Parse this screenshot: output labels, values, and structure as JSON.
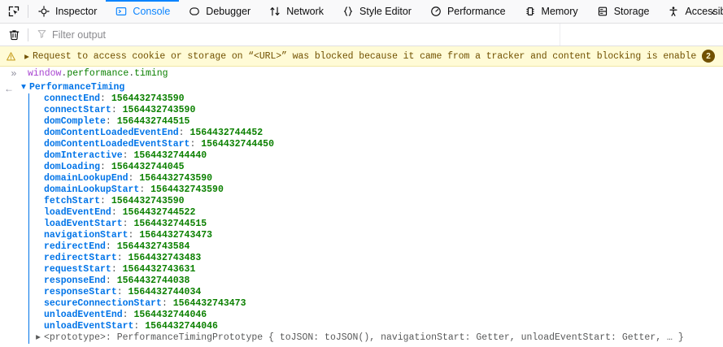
{
  "toolbar": {
    "picker_tooltip": "Pick an element from the page",
    "tabs": [
      {
        "label": "Inspector",
        "icon": "inspector-icon",
        "active": false
      },
      {
        "label": "Console",
        "icon": "console-icon",
        "active": true
      },
      {
        "label": "Debugger",
        "icon": "debugger-icon",
        "active": false
      },
      {
        "label": "Network",
        "icon": "network-icon",
        "active": false
      },
      {
        "label": "Style Editor",
        "icon": "style-editor-icon",
        "active": false
      },
      {
        "label": "Performance",
        "icon": "performance-icon",
        "active": false
      },
      {
        "label": "Memory",
        "icon": "memory-icon",
        "active": false
      },
      {
        "label": "Storage",
        "icon": "storage-icon",
        "active": false
      },
      {
        "label": "Accessibility",
        "icon": "accessibility-icon",
        "active": false
      }
    ],
    "overflow_label": "‹",
    "accent_color": "#0a84ff"
  },
  "filterbar": {
    "clear_tooltip": "Clear console output",
    "filter_placeholder": "Filter output"
  },
  "messages": {
    "warning": {
      "text": "Request to access cookie or storage on “<URL>” was blocked because it came from a tracker and content blocking is enabled.",
      "count": "2",
      "twisty": "▸",
      "bg_color": "#fffbd6",
      "text_color": "#715100"
    },
    "command": {
      "prompt": "»",
      "segments": [
        {
          "text": "window",
          "color": "#a743d0"
        },
        {
          "text": ".",
          "color": "#4f4f4f"
        },
        {
          "text": "performance",
          "color": "#0b8000"
        },
        {
          "text": ".",
          "color": "#4f4f4f"
        },
        {
          "text": "timing",
          "color": "#0b8000"
        }
      ]
    },
    "result": {
      "prompt": "←",
      "twisty": "▾",
      "object_name": "PerformanceTiming",
      "properties": [
        {
          "key": "connectEnd",
          "value": "1564432743590"
        },
        {
          "key": "connectStart",
          "value": "1564432743590"
        },
        {
          "key": "domComplete",
          "value": "1564432744515"
        },
        {
          "key": "domContentLoadedEventEnd",
          "value": "1564432744452"
        },
        {
          "key": "domContentLoadedEventStart",
          "value": "1564432744450"
        },
        {
          "key": "domInteractive",
          "value": "1564432744440"
        },
        {
          "key": "domLoading",
          "value": "1564432744045"
        },
        {
          "key": "domainLookupEnd",
          "value": "1564432743590"
        },
        {
          "key": "domainLookupStart",
          "value": "1564432743590"
        },
        {
          "key": "fetchStart",
          "value": "1564432743590"
        },
        {
          "key": "loadEventEnd",
          "value": "1564432744522"
        },
        {
          "key": "loadEventStart",
          "value": "1564432744515"
        },
        {
          "key": "navigationStart",
          "value": "1564432743473"
        },
        {
          "key": "redirectEnd",
          "value": "1564432743584"
        },
        {
          "key": "redirectStart",
          "value": "1564432743483"
        },
        {
          "key": "requestStart",
          "value": "1564432743631"
        },
        {
          "key": "responseEnd",
          "value": "1564432744038"
        },
        {
          "key": "responseStart",
          "value": "1564432744034"
        },
        {
          "key": "secureConnectionStart",
          "value": "1564432743473"
        },
        {
          "key": "unloadEventEnd",
          "value": "1564432744046"
        },
        {
          "key": "unloadEventStart",
          "value": "1564432744046"
        }
      ],
      "prototype": {
        "twisty": "▸",
        "text": "<prototype>: PerformanceTimingPrototype { toJSON: toJSON(), navigationStart: Getter, unloadEventStart: Getter, … }"
      }
    }
  }
}
